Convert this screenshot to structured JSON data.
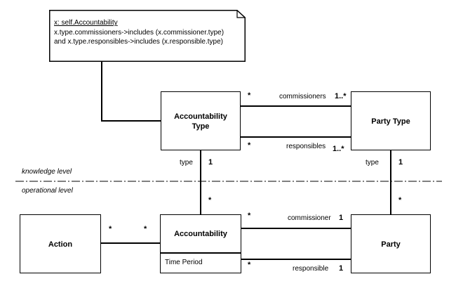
{
  "note": {
    "title": "x: self.Accountability",
    "lines": [
      "x.type.commissioners->includes (x.commissioner.type)",
      "and x.type.responsibles->includes (x.responsible.type)"
    ]
  },
  "classes": {
    "accountability_type": {
      "line1": "Accountability",
      "line2": "Type"
    },
    "party_type": "Party Type",
    "accountability": "Accountability",
    "accountability_attribute": "Time Period",
    "action": "Action",
    "party": "Party"
  },
  "levels": {
    "knowledge": "knowledge level",
    "operational": "operational level"
  },
  "roles": {
    "commissioners": "commissioners",
    "responsibles": "responsibles",
    "commissioner": "commissioner",
    "responsible": "responsible",
    "type_left": "type",
    "type_right": "type"
  },
  "multiplicities": {
    "star": "*",
    "one": "1",
    "one_many": "1..*"
  }
}
